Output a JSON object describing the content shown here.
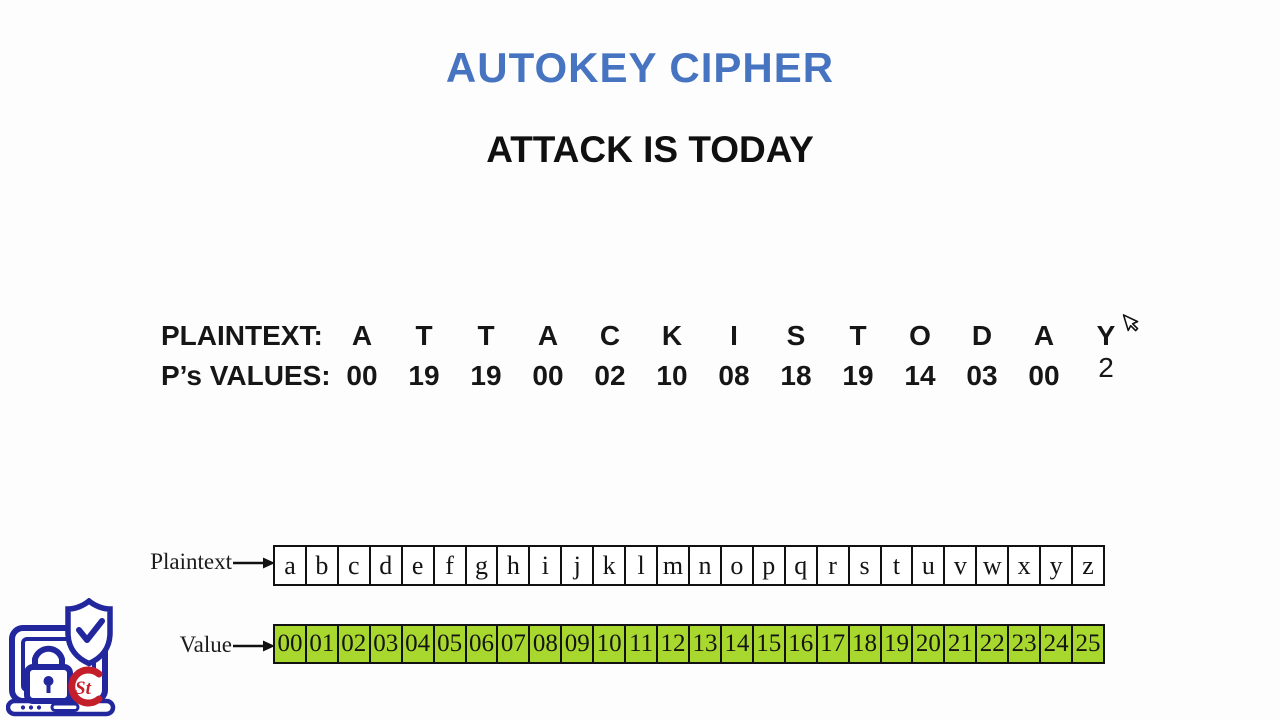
{
  "slide": {
    "title": "AUTOKEY CIPHER",
    "subtitle": "ATTACK IS TODAY"
  },
  "example": {
    "plaintext_label": "PLAINTEXT:",
    "values_label": "P’s VALUES:",
    "letters": [
      "A",
      "T",
      "T",
      "A",
      "C",
      "K",
      "I",
      "S",
      "T",
      "O",
      "D",
      "A",
      "Y"
    ],
    "values": [
      "00",
      "19",
      "19",
      "00",
      "02",
      "10",
      "08",
      "18",
      "19",
      "14",
      "03",
      "00",
      "2"
    ]
  },
  "mapping": {
    "plaintext_label": "Plaintext",
    "value_label": "Value",
    "letters": [
      "a",
      "b",
      "c",
      "d",
      "e",
      "f",
      "g",
      "h",
      "i",
      "j",
      "k",
      "l",
      "m",
      "n",
      "o",
      "p",
      "q",
      "r",
      "s",
      "t",
      "u",
      "v",
      "w",
      "x",
      "y",
      "z"
    ],
    "values": [
      "00",
      "01",
      "02",
      "03",
      "04",
      "05",
      "06",
      "07",
      "08",
      "09",
      "10",
      "11",
      "12",
      "13",
      "14",
      "15",
      "16",
      "17",
      "18",
      "19",
      "20",
      "21",
      "22",
      "23",
      "24",
      "25"
    ]
  },
  "logo_text": "St",
  "colors": {
    "title_blue": "#4674C1",
    "value_cell_green": "#A8D82E",
    "icon_navy": "#23279E",
    "logo_red": "#C41E2B"
  }
}
